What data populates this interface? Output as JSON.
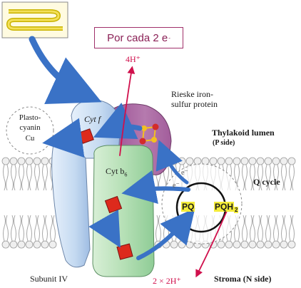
{
  "callout": {
    "prefix": "Por cada 2 e",
    "sup": "-"
  },
  "labels": {
    "h_top": "4H⁺",
    "rieske_line1": "Rieske iron-",
    "rieske_line2": "sulfur protein",
    "thylakoid_lumen": "Thylakoid lumen",
    "p_side": "(P side)",
    "plastocyanin_line1": "Plasto-",
    "plastocyanin_line2": "cyanin",
    "plastocyanin_line3": "Cu",
    "cyt_f": "Cyt f",
    "cyt_b6": "Cyt b",
    "cyt_b6_sub": "6",
    "electron_top": "e⁻",
    "electron_bottom": "e⁻",
    "q_cycle": "Q cycle",
    "pq_left": "PQ",
    "pqh2_main": "PQH",
    "pqh2_sub": "2",
    "subunit_iv": "Subunit IV",
    "h_bottom": "2 × 2H⁺",
    "stroma": "Stroma (N side)"
  },
  "colors": {
    "arrow_blue": "#3a72c6",
    "proton_red": "#d0104c",
    "cyt_f_blue": "#bcd4ee",
    "cyt_b6_green": "#b9e2bc",
    "rieske_purple": "#b06aa8",
    "heme_red": "#dd2a1c",
    "membrane_gray": "#cfcfcf"
  }
}
